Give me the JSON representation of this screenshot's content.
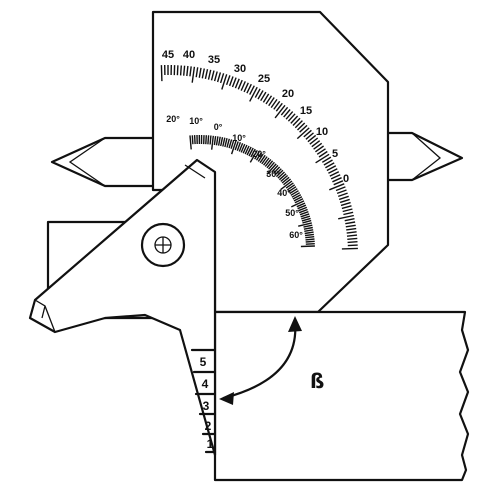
{
  "outer_scale": {
    "labels": [
      "45",
      "40",
      "35",
      "30",
      "25",
      "20",
      "15",
      "10",
      "5",
      "0"
    ]
  },
  "inner_scale": {
    "labels": [
      "20°",
      "10°",
      "0°",
      "10°",
      "20°",
      "30°",
      "40°",
      "50°",
      "60°"
    ]
  },
  "step_gauge": {
    "labels": [
      "5",
      "4",
      "3",
      "2",
      "1"
    ]
  },
  "angle": {
    "symbol": "ß"
  },
  "colors": {
    "ink": "#111111",
    "paper": "#ffffff"
  }
}
